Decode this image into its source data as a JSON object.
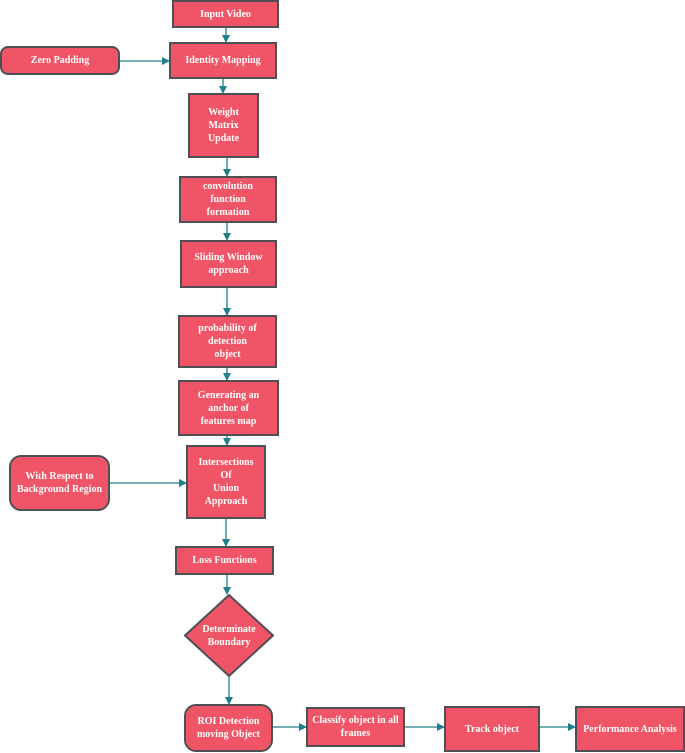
{
  "nodes": {
    "input_video": "Input Video",
    "identity_mapping": "Identity Mapping",
    "zero_padding": "Zero Padding",
    "weight_matrix": "Weight Matrix\nUpdate",
    "convolution": "convolution function\nformation",
    "sliding_window": "Sliding Window\napproach",
    "probability": "probability of detection\nobject",
    "anchor": "Generating an anchor of\nfeatures map",
    "intersections": "Intersections Of\nUnion Approach",
    "background": "With Respect to\nBackground Region",
    "loss": "Loss Functions",
    "boundary": "Determinate\nBoundary",
    "roi": "ROI Detection\nmoving Object",
    "classify": "Classify object in all\nframes",
    "track": "Track object",
    "performance": "Performance Analysis"
  },
  "colors": {
    "node_fill": "#ef5566",
    "node_border": "#4d5055",
    "arrow": "#1f7f8c"
  }
}
